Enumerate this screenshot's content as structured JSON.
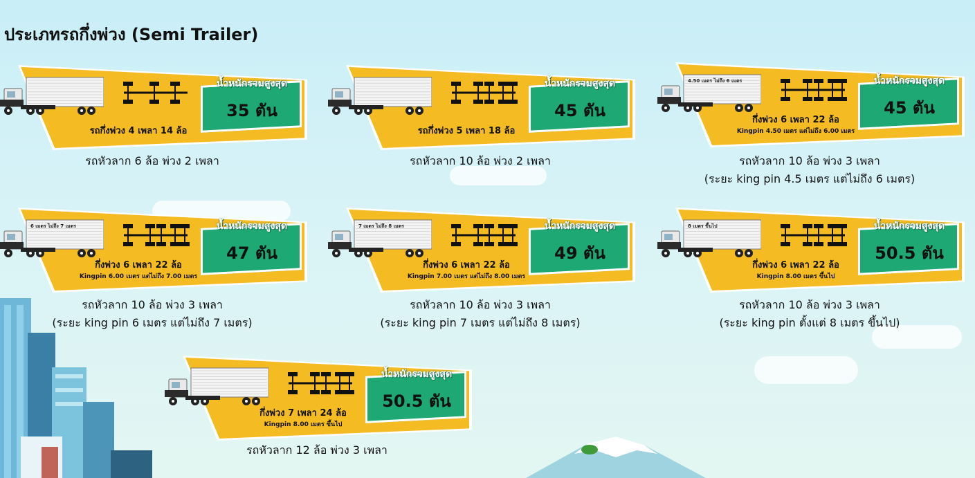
{
  "page": {
    "title": "ประเภทรถกึ่งพ่วง (Semi Trailer)"
  },
  "colors": {
    "banner": "#f4bb22",
    "weight_box": "#1ea874",
    "text": "#111111"
  },
  "cards": [
    {
      "trailer_name": "รถกึ่งพ่วง 4 เพลา 14 ล้อ",
      "kingpin": "",
      "dimension": "",
      "weight_label": "น้ำหนักรวมสูงสุด",
      "weight_value": "35 ตัน",
      "caption_line1": "รถหัวลาก 6 ล้อ พ่วง 2 เพลา",
      "caption_line2": ""
    },
    {
      "trailer_name": "รถกึ่งพ่วง 5 เพลา 18 ล้อ",
      "kingpin": "",
      "dimension": "",
      "weight_label": "น้ำหนักรวมสูงสุด",
      "weight_value": "45 ตัน",
      "caption_line1": "รถหัวลาก 10 ล้อ พ่วง 2 เพลา",
      "caption_line2": ""
    },
    {
      "trailer_name": "กึ่งพ่วง 6 เพลา 22 ล้อ",
      "kingpin": "Kingpin 4.50 เมตร แต่ไม่ถึง 6.00 เมตร",
      "dimension": "4.50 เมตร ไม่ถึง 6 เมตร",
      "weight_label": "น้ำหนักรวมสูงสุด",
      "weight_value": "45 ตัน",
      "caption_line1": "รถหัวลาก 10 ล้อ พ่วง 3 เพลา",
      "caption_line2": "(ระยะ king pin 4.5 เมตร แต่ไม่ถึง 6 เมตร)"
    },
    {
      "trailer_name": "กึ่งพ่วง 6 เพลา 22 ล้อ",
      "kingpin": "Kingpin 6.00 เมตร แต่ไม่ถึง 7.00 เมตร",
      "dimension": "6 เมตร ไม่ถึง 7 เมตร",
      "weight_label": "น้ำหนักรวมสูงสุด",
      "weight_value": "47 ตัน",
      "caption_line1": "รถหัวลาก 10 ล้อ พ่วง 3 เพลา",
      "caption_line2": "(ระยะ king pin 6 เมตร แต่ไม่ถึง 7 เมตร)"
    },
    {
      "trailer_name": "กึ่งพ่วง 6 เพลา 22 ล้อ",
      "kingpin": "Kingpin 7.00 เมตร แต่ไม่ถึง 8.00 เมตร",
      "dimension": "7 เมตร ไม่ถึง 8 เมตร",
      "weight_label": "น้ำหนักรวมสูงสุด",
      "weight_value": "49 ตัน",
      "caption_line1": "รถหัวลาก 10 ล้อ พ่วง 3 เพลา",
      "caption_line2": "(ระยะ king pin 7 เมตร แต่ไม่ถึง 8 เมตร)"
    },
    {
      "trailer_name": "กึ่งพ่วง 6 เพลา 22 ล้อ",
      "kingpin": "Kingpin 8.00 เมตร ขึ้นไป",
      "dimension": "8 เมตร ขึ้นไป",
      "weight_label": "น้ำหนักรวมสูงสุด",
      "weight_value": "50.5 ตัน",
      "caption_line1": "รถหัวลาก 10 ล้อ พ่วง 3 เพลา",
      "caption_line2": "(ระยะ king pin ตั้งแต่ 8 เมตร ขึ้นไป)"
    },
    {
      "trailer_name": "กึ่งพ่วง 7 เพลา 24 ล้อ",
      "kingpin": "Kingpin 8.00 เมตร ขึ้นไป",
      "dimension": "",
      "weight_label": "น้ำหนักรวมสูงสุด",
      "weight_value": "50.5 ตัน",
      "caption_line1": "รถหัวลาก 12 ล้อ พ่วง 3 เพลา",
      "caption_line2": ""
    }
  ]
}
